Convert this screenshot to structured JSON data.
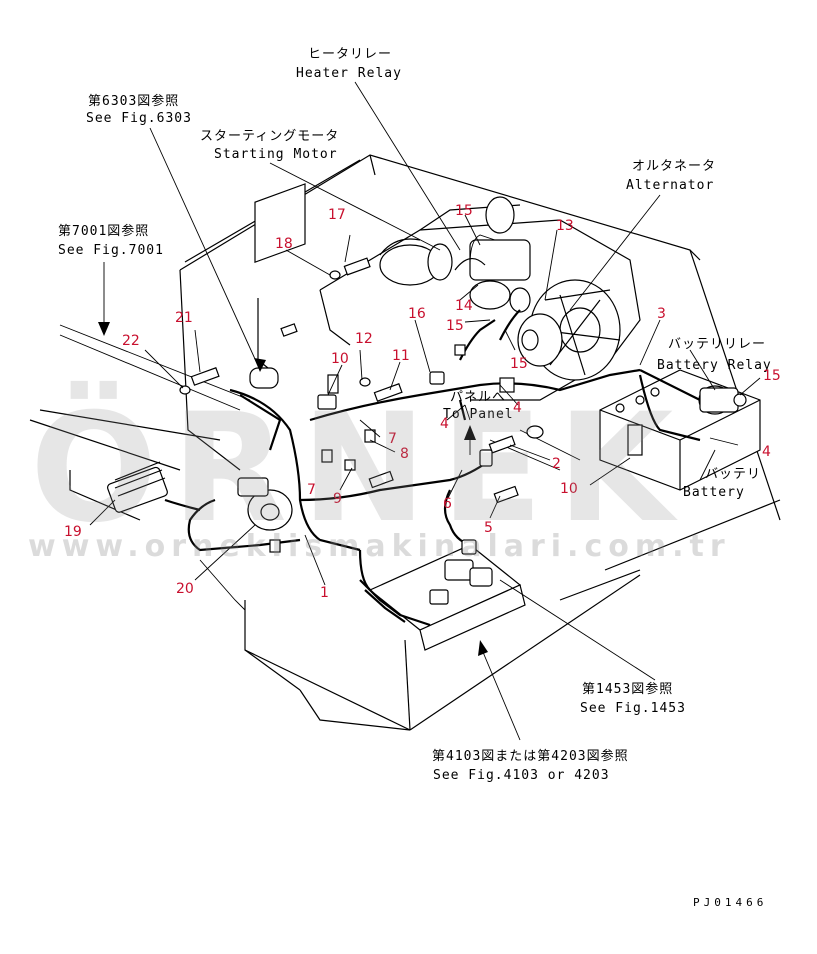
{
  "labels": {
    "heater_relay_jp": "ヒータリレー",
    "heater_relay_en": "Heater Relay",
    "see_6303_jp": "第6303図参照",
    "see_6303_en": "See Fig.6303",
    "starting_motor_jp": "スターティングモータ",
    "starting_motor_en": "Starting Motor",
    "alternator_jp": "オルタネータ",
    "alternator_en": "Alternator",
    "see_7001_jp": "第7001図参照",
    "see_7001_en": "See Fig.7001",
    "battery_relay_jp": "バッテリリレー",
    "battery_relay_en": "Battery Relay",
    "to_panel_jp": "パネルへ",
    "to_panel_en": "To Panel",
    "battery_jp": "バッテリ",
    "battery_en": "Battery",
    "see_1453_jp": "第1453図参照",
    "see_1453_en": "See Fig.1453",
    "see_4103_jp": "第4103図または第4203図参照",
    "see_4103_en": "See Fig.4103 or 4203",
    "drawing_code": "PJ01466"
  },
  "watermark": {
    "brand": "ÖRNEK",
    "url": "www.orneklismakinalari.com.tr"
  },
  "callouts": [
    "1",
    "2",
    "3",
    "4",
    "4",
    "4",
    "5",
    "6",
    "7",
    "7",
    "8",
    "9",
    "10",
    "10",
    "11",
    "12",
    "13",
    "14",
    "15",
    "15",
    "15",
    "15",
    "16",
    "17",
    "18",
    "19",
    "20",
    "21",
    "22"
  ],
  "colors": {
    "callout": "#c8102e",
    "line": "#000000",
    "watermark": "#8f8f8f"
  }
}
